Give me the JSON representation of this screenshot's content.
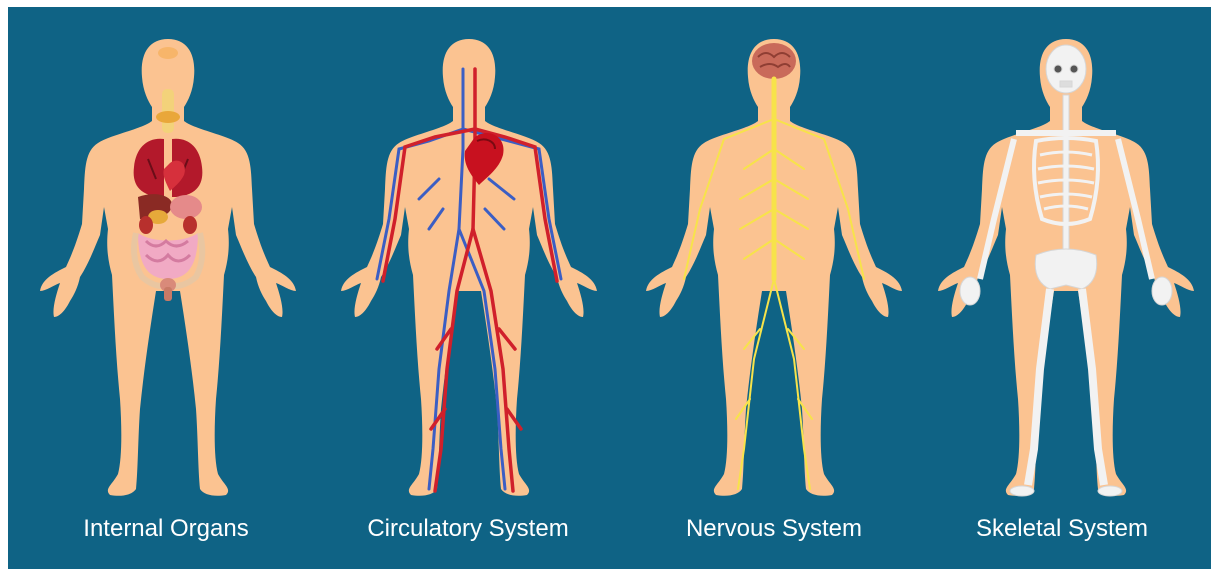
{
  "colors": {
    "background": "#0f6385",
    "skin": "#fbc391",
    "skin_shade": "#f0a877",
    "artery": "#d0202b",
    "vein": "#3b5ec4",
    "nerve": "#f7e34a",
    "bone": "#f2f2f2",
    "caption_text": "#ffffff"
  },
  "figures": [
    {
      "id": "internal-organs",
      "caption": "Internal Organs"
    },
    {
      "id": "circulatory-system",
      "caption": "Circulatory System"
    },
    {
      "id": "nervous-system",
      "caption": "Nervous System"
    },
    {
      "id": "skeletal-system",
      "caption": "Skeletal System"
    }
  ]
}
